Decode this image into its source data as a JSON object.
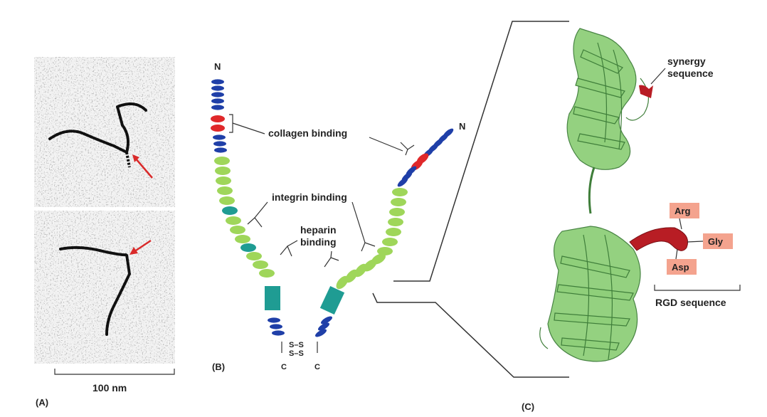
{
  "panels": {
    "a": "(A)",
    "b": "(B)",
    "c": "(C)"
  },
  "scale_bar": "100 nm",
  "labels": {
    "collagen": "collagen binding",
    "integrin": "integrin binding",
    "heparin_1": "heparin",
    "heparin_2": "binding",
    "n_left": "N",
    "n_right": "N",
    "c_left": "C",
    "c_right": "C",
    "disulfide_1": "S–S",
    "disulfide_2": "S–S",
    "synergy_1": "synergy",
    "synergy_2": "sequence",
    "rgd": "RGD sequence"
  },
  "residues": {
    "arg": "Arg",
    "gly": "Gly",
    "asp": "Asp"
  },
  "colors": {
    "blue_domain": "#1f3fa8",
    "red_domain": "#e0282a",
    "green_domain": "#9fd65a",
    "teal_domain": "#1f9c93",
    "ribbon": "#8fcf7a",
    "ribbon_edge": "#3f7e3a",
    "rgd_loop": "#b81d24",
    "residue_box": "#f4a38e"
  }
}
